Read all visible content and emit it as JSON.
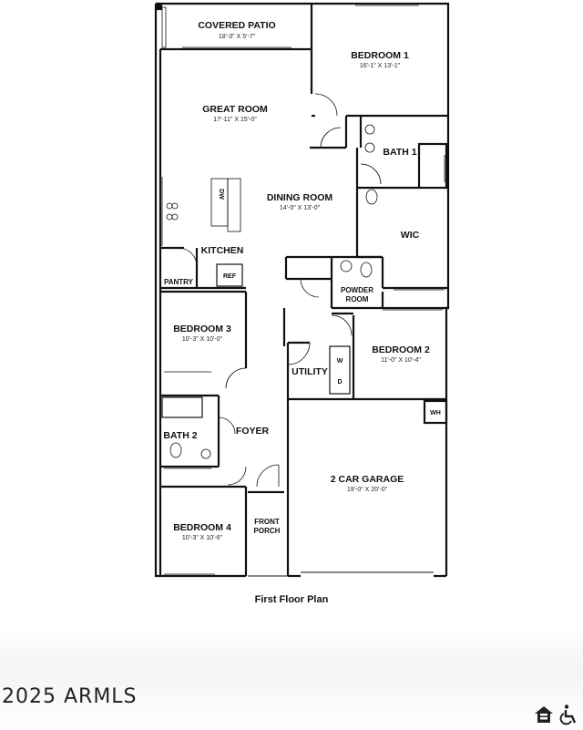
{
  "plan_caption": "First Floor Plan",
  "copyright": "2025 ARMLS",
  "rooms": {
    "covered_patio": {
      "name": "COVERED PATIO",
      "dims": "18'-3\" X 5'-7\""
    },
    "bedroom1": {
      "name": "BEDROOM 1",
      "dims": "16'-1\" X 13'-1\""
    },
    "great_room": {
      "name": "GREAT ROOM",
      "dims": "17'-11\" X 15'-0\""
    },
    "dining_room": {
      "name": "DINING ROOM",
      "dims": "14'-0\" X 13'-0\""
    },
    "bath1": {
      "name": "BATH 1"
    },
    "wic": {
      "name": "WIC"
    },
    "kitchen": {
      "name": "KITCHEN"
    },
    "pantry": {
      "name": "PANTRY"
    },
    "ref": {
      "name": "REF"
    },
    "dw": {
      "name": "DW"
    },
    "powder_room": {
      "name_line1": "POWDER",
      "name_line2": "ROOM"
    },
    "bedroom3": {
      "name": "BEDROOM 3",
      "dims": "10'-3\" X 10'-0\""
    },
    "bedroom2": {
      "name": "BEDROOM 2",
      "dims": "11'-0\" X 10'-4\""
    },
    "utility": {
      "name": "UTILITY",
      "w": "W",
      "d": "D"
    },
    "foyer": {
      "name": "FOYER"
    },
    "bath2": {
      "name": "BATH 2"
    },
    "garage": {
      "name": "2 CAR GARAGE",
      "dims": "19'-0\" X 20'-0\""
    },
    "wh": {
      "name": "WH"
    },
    "front_porch": {
      "name_line1": "FRONT",
      "name_line2": "PORCH"
    },
    "bedroom4": {
      "name": "BEDROOM 4",
      "dims": "10'-3\" X 10'-6\""
    }
  },
  "logos": [
    "equal-housing-icon",
    "accessibility-icon"
  ]
}
